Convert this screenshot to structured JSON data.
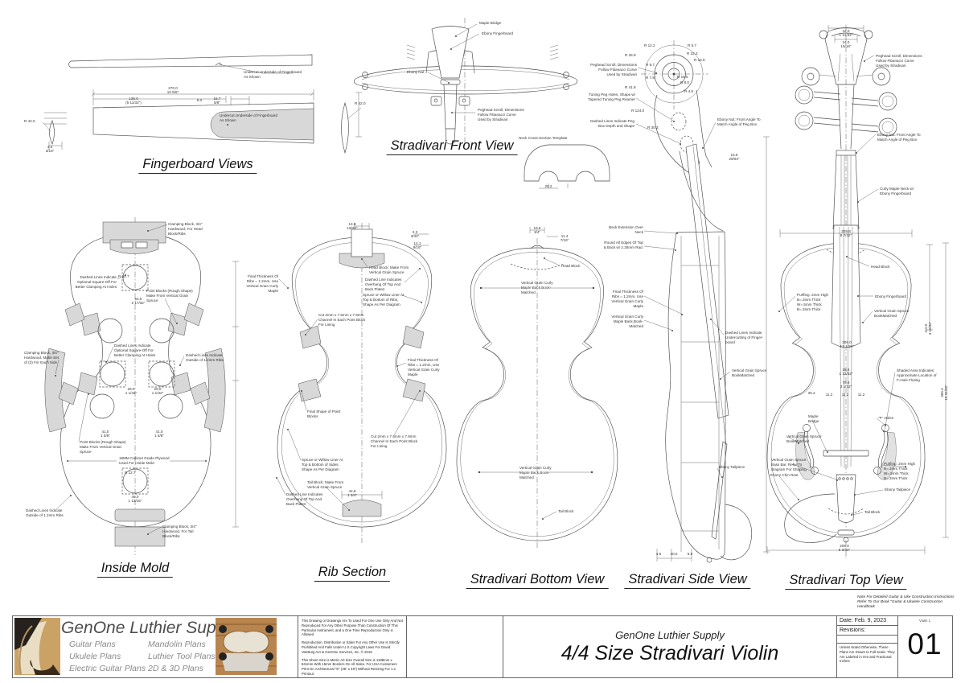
{
  "titles": {
    "fingerboard": "Fingerboard Views",
    "front": "Stradivari Front View",
    "mold": "Inside Mold",
    "rib": "Rib Section",
    "bottom": "Stradivari Bottom View",
    "side": "Stradivari Side View",
    "top": "Stradivari Top View"
  },
  "shared": {
    "peghead_scroll": "Peghead Scroll, Dimensions\nFollow Fibanacci Curve\nUsed by Stradivari",
    "ebony_nut_angle": "Ebony Nut: Front Angle To\nMatch Angle of Peg Box",
    "undercut_fb": "Undercut Underside of Fingerboard\nAs Shown",
    "point_blocks": "Point Blocks (Rough Shape)\nMake From Vertical Grain\nSpruce",
    "square_off": "Dashed Lines Indicate\nOptional Square-Off For\nBetter Clamping At Holes",
    "outside_ribs": "Dashed Lines Indicate\nOutside of 1.2mm Ribs",
    "final_ribs": "Final Thickness Of\nRibs = 1.2mm, Use\nVertical Grain Curly\nMaple",
    "cut_channel": "Cut 2mm x 7.5mm x 7.9mm\nChannel In Each Point Block\nFor Lining",
    "overhang": "Dashed Line Indicates\nOverhang Of Top And\nBack Plates",
    "maple_back": "Vertical Grain Curly\nMaple Back,Book-\nMatched",
    "vg_spruce": "Vertical Grain Spruce\nBookMatched",
    "purfling": "Purfling: 2mm High\nB=.3mm Thick\nW=.5mm Thick\nB=.3mm Thick",
    "head_block": "Head Block",
    "tail_block": "Tail Block",
    "ebony_tailpiece": "Ebony Tailpiece",
    "ebony_chin_rest": "Ebony Chin Rest",
    "bass_bar": "Vertical Grain Spruce\nBass Bar, Refer To\nDiagram For Shaping",
    "r42": "R 42.0",
    "r127": "R 12.7"
  },
  "fb": {
    "d270": "270.0\n10 5/8\"",
    "d136": "136.0\n(5 11/32\")",
    "d6": "6.0",
    "d157": "15.7\n5/8\"",
    "d45": "4.5\n3/16\""
  },
  "front": {
    "maple_bridge": "Maple Bridge",
    "ebony_fb": "Ebony Fingerboard",
    "ebony_nut": "Ebony Nut",
    "neck_template": "Neck Cross-Section Template",
    "d252": "25.2"
  },
  "scroll": {
    "r122": "R 12.2",
    "r57": "R 5.7",
    "r269": "R 26.9",
    "r222": "R 22.2",
    "r105": "R 10.5",
    "r67": "R 6.7",
    "r78": "R 7.8",
    "r165": "R 16.5",
    "r80": "R 8.0",
    "r49": "R 4.9",
    "r418": "R 41.8",
    "r1240": "R 124.0",
    "r303": "R 30.3",
    "tuning_pegs": "Tuning Peg Holes, Shape w/\nTapered Tuning Peg Reamer",
    "pegbox_depth": "Dashed Lines Indicate Peg\nBox Depth and Shape",
    "d156": "15.6\n29/64\""
  },
  "neck": {
    "curly_neck": "Curly Maple Neck w/\nEbony Fingerboard",
    "d42": "42.0\n1 21/32\"",
    "d24": "24.0\n15/16\""
  },
  "side": {
    "back_ext": "Back Extension Over\nNeck",
    "round_edges": "Round All Edges Of Top\n& Back w/ 2.25mm Rad.",
    "undercut_dash": "Dashed Lines Indicate\nUndercutting of Finger-\nboard",
    "d45": "4.5",
    "d30": "30.0",
    "d55": "5.5"
  },
  "mold": {
    "clamp_head": "Clamping Block, 3/4\"\nHardwood, For Head\nBlock/Ribs",
    "clamp_side": "Clamping Block, 3/4\"\nHardwood, Make Set\nof (3) For Each Side",
    "clamp_tail": "Clamping Block, 3/4\"\nHardwood, For Tail\nBlock/Ribs",
    "plywood": "19MM Cabinet Grade Plywood\nUsed For Inside Mold",
    "d645": "64.5\n2 17/32\"",
    "d26": "26.0\n1 1/32\"",
    "d41": "41.0\n1 5/8\"",
    "d46": "46.0\n1 13/16\""
  },
  "rib": {
    "head_block_make": "Head Block: Make From\nVertical Grain Spruce",
    "tail_block_make": "Tail Block: Make From\nVertical Grain Spruce",
    "liner_ribs": "Spruce or Willow Liner At\nTop & Bottom of Ribs,\nShape As Per Diagram",
    "liner_sides": "Spruce or Willow Liner At\nTop & Bottom of Sides,\nShape As Per Diagram",
    "point_shape": "Final Shape of Point\nBlocks",
    "d148": "14.8\n19/32\"",
    "d23": "2.3\n3/32\"",
    "d141": "14.1\n9/16\"",
    "d448": "44.8\n1 3/4\""
  },
  "bottomv": {
    "d188": "18.8\n3/4\"",
    "d114": "11.4\n7/16\""
  },
  "top": {
    "shaded_fhole": "Shaded Area Indicates\nApproximate Location of\nF-Hole Fluting",
    "f_holes": "\"F\" Holes",
    "maple_bridge": "Maple\nBridge",
    "d2088": "208.8\n8 7/32\"",
    "d306": "306.0\n12 1/16\"",
    "d358": "35.8\n1 13/32\"",
    "d766": "76.6\n3 1/32\"",
    "d112": "11.2",
    "d364": "36.4",
    "d2056": "205.6\n8 3/32\"",
    "d1105": "110.5\n4 11/32\"",
    "d3554": "355.4\n13 31/32\""
  },
  "title_block": {
    "company": "GenOne Luthier Supplies",
    "plans1": [
      "Guitar Plans",
      "Ukulele Plans",
      "Electric Guitar Plans"
    ],
    "plans2": [
      "Mandolin Plans",
      "Luthier Tool Plans",
      "2D & 3D Plans"
    ],
    "legal1": "This Drawing or Drawings Are To Used For One Use Only And Not Reproduced For Any Other Purpose Than Construction Of This Particular Instrument, and a One Time Reproduction Only is Allowed",
    "legal2": "Reproduction, Distribution or Sales For Any Other Use Is Strictly Prohibited And Falls Under U.S Copyright Laws For David VanBurg AIA & GenOne Services, Inc. © 2019",
    "legal3": "This Sheet Size is Metric A0 Size Overall Size is 1188mm x 841mm With 15mm Borders On All Sides. For USA Customers Print On Architectural \"E\" (36\" x 48\") Without Resizing For 1:1 Printout.",
    "note": "Note For Detailed Guitar & Uke Construction Instructions\nRefer To Our Book \"Guitar & Ukulele Construction\nHandbook",
    "supply": "GenOne Luthier Supply",
    "sheet_title": "4/4 Size Stradivari Violin",
    "date": "Date: Feb. 9, 2023",
    "revisions": "Revisions:",
    "scale_note": "Unless Noted Otherwise, These\nPlans Are Drawn to Full Scale. They\nAre Labeled in mm and Fractional\nInches",
    "sheet_tag": "Violin 1",
    "sheet_no": "01"
  }
}
